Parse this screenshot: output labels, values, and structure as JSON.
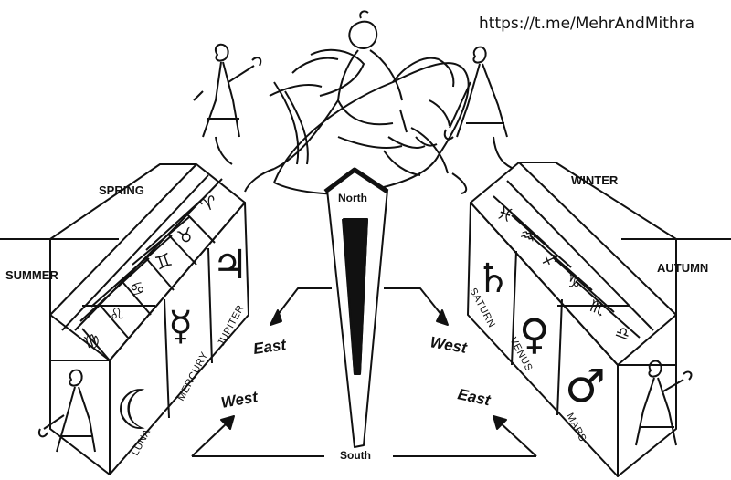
{
  "watermark": "https://t.me/MehrAndMithra",
  "seasons": {
    "spring": "SPRING",
    "summer": "SUMMER",
    "winter": "WINTER",
    "autumn": "AUTUMN"
  },
  "compass": {
    "north": "North",
    "south": "South"
  },
  "directions": {
    "left_east": "East",
    "left_west": "West",
    "right_west": "West",
    "right_east": "East"
  },
  "planets": {
    "luna": "LUNA",
    "mercury": "MERCURY",
    "jupiter": "JUPITER",
    "saturn": "SATURN",
    "venus": "VENUS",
    "mars": "MARS"
  },
  "glyphs": {
    "left_small": [
      "♈",
      "♉",
      "♊",
      "♋",
      "♌",
      "♍"
    ],
    "left_large": {
      "jupiter": "♃",
      "mercury": "☿",
      "luna": "☾"
    },
    "right_small": [
      "♓",
      "♒",
      "♐",
      "♑",
      "♏",
      "♎"
    ],
    "right_large": {
      "saturn": "♄",
      "venus": "♀",
      "mars": "♂"
    }
  }
}
